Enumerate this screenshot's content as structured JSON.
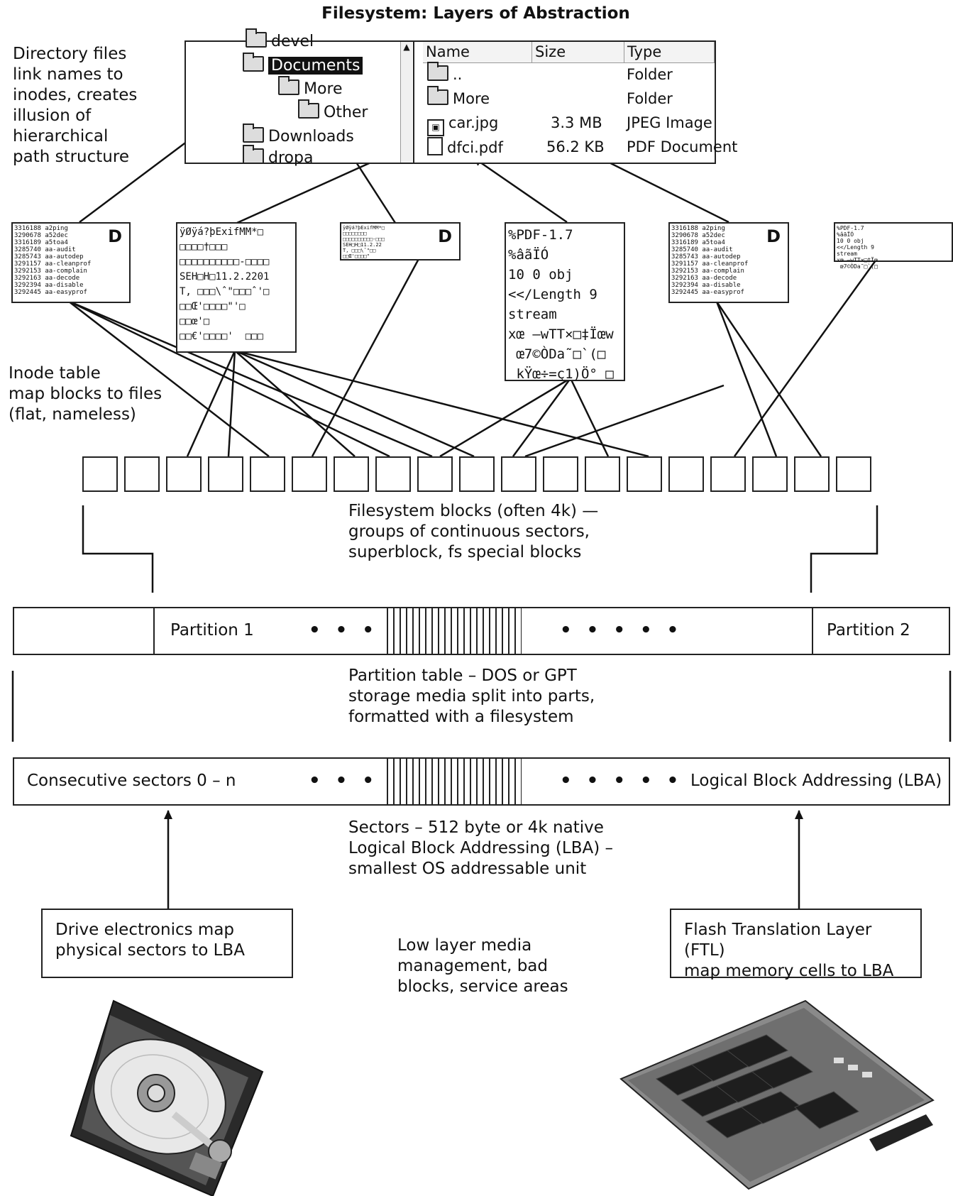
{
  "title": "Filesystem: Layers of Abstraction",
  "annotations": {
    "directory": "Directory files\nlink names to\ninodes, creates\nillusion of\nhierarchical\npath structure",
    "inode": "Inode table\nmap blocks to files\n(flat, nameless)",
    "fs_blocks": "Filesystem blocks (often 4k) —\ngroups of continuous sectors,\nsuperblock, fs special blocks",
    "partition_table": "Partition table – DOS or GPT\nstorage media split into parts,\nformatted with a filesystem",
    "sectors": "Sectors – 512 byte or 4k native\nLogical Block Addressing (LBA) –\nsmallest OS addressable unit",
    "low_layer": "Low layer media\nmanagement, bad\nblocks, service areas"
  },
  "file_manager": {
    "tree": {
      "devel": "devel",
      "documents": "Documents",
      "more": "More",
      "other": "Other",
      "downloads": "Downloads",
      "dropa": "dropa"
    },
    "columns": {
      "name": "Name",
      "size": "Size",
      "type": "Type"
    },
    "rows": [
      {
        "name": "..",
        "size": "",
        "type": "Folder"
      },
      {
        "name": "More",
        "size": "",
        "type": "Folder"
      },
      {
        "name": "car.jpg",
        "size": "3.3 MB",
        "type": "JPEG Image"
      },
      {
        "name": "dfci.pdf",
        "size": "56.2 KB",
        "type": "PDF Document"
      }
    ]
  },
  "blocks": {
    "dir_listing": "3316188 a2ping\n3290678 a52dec\n3316189 a5toa4\n3285740 aa-audit\n3285743 aa-autodep\n3291157 aa-cleanprof\n3292153 aa-complain\n3292163 aa-decode\n3292394 aa-disable\n3292445 aa-easyprof",
    "dir_badge": "D",
    "jpeg": "ÿØÿá?þExifMM*□\n□□□□†□□□\n□□□□□□□□□□-□□□□\nSEH□H□11.2.2201\nT, □□□\\ˆ\"□□□ˆ'□\n□□Œ'□□□□\"'□\n□□œ'□\n□□€'□□□□'  □□□",
    "pdf": "%PDF-1.7\n%âãÏÓ\n10 0 obj\n<</Length 9\nstream\nxœ –wTT×□‡Ïœw\n œ7©ÒDa˜□`(□\n kŸœ÷=ç1)Ö° □",
    "small_dir": "ÿØÿá?þExifMM*□\n□□□□□□□□\n□□□□□□□□□□-□□□\nSEH□H□11.2.22\nT, □□□\\ˆ\"□□\n□□Œ'□□□□\"",
    "small_pdf": "%PDF-1.7\n%âãÏÓ\n10 0 obj\n<</Length 9\nstream\nxœ –wTT×□‡Ïœ\n œ7©ÒDa˜□`(□"
  },
  "partition_bar": {
    "partition1": "Partition 1",
    "partition2": "Partition 2",
    "dots": "• • • • •"
  },
  "lba_bar": {
    "left": "Consecutive sectors 0 – n",
    "right": "Logical Block Addressing (LBA)",
    "dots": "• • • • •"
  },
  "hardware": {
    "hdd_label": "Drive electronics map\nphysical sectors to LBA",
    "ssd_label": "Flash Translation Layer (FTL)\nmap memory cells to LBA"
  }
}
